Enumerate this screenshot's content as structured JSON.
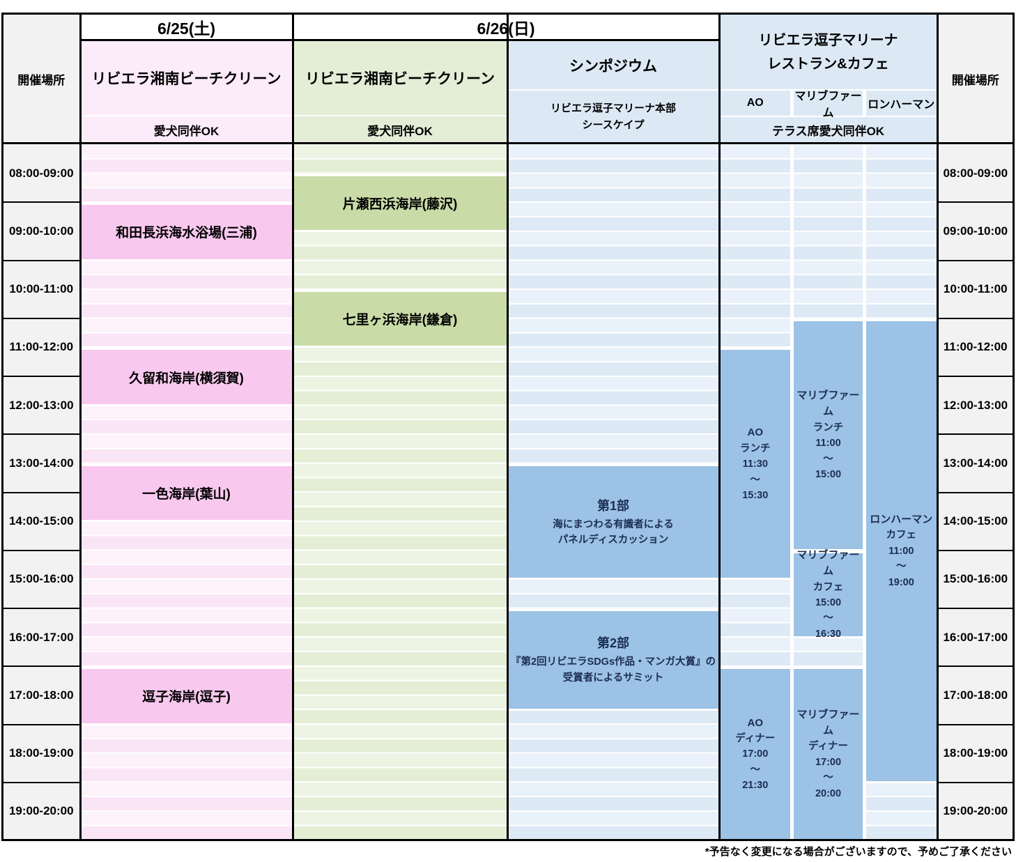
{
  "venue_header": "開催場所",
  "day_headers": [
    {
      "id": "sat",
      "label": "6/25(土)"
    },
    {
      "id": "sun",
      "label": "6/26(日)"
    }
  ],
  "time_slots": [
    "08:00-09:00",
    "09:00-10:00",
    "10:00-11:00",
    "11:00-12:00",
    "12:00-13:00",
    "13:00-14:00",
    "14:00-15:00",
    "15:00-16:00",
    "16:00-17:00",
    "17:00-18:00",
    "18:00-19:00",
    "19:00-20:00"
  ],
  "columns": {
    "sat_beach": {
      "title": "リビエラ湘南ビーチクリーン",
      "sub": "愛犬同伴OK",
      "events": [
        {
          "label": "和田長浜海水浴場(三浦)",
          "start": 9,
          "end": 10
        },
        {
          "label": "久留和海岸(横須賀)",
          "start": 11.5,
          "end": 12.5
        },
        {
          "label": "一色海岸(葉山)",
          "start": 13.5,
          "end": 14.5
        },
        {
          "label": "逗子海岸(逗子)",
          "start": 17,
          "end": 18
        }
      ]
    },
    "sun_beach": {
      "title": "リビエラ湘南ビーチクリーン",
      "sub": "愛犬同伴OK",
      "events": [
        {
          "label": "片瀬西浜海岸(藤沢)",
          "start": 8.5,
          "end": 9.5
        },
        {
          "label": "七里ヶ浜海岸(鎌倉)",
          "start": 10.5,
          "end": 11.5
        }
      ]
    },
    "symposium": {
      "title": "シンポジウム",
      "sub_lines": [
        "リビエラ逗子マリーナ本部",
        "シースケイプ"
      ],
      "events": [
        {
          "title": "第1部",
          "lines": [
            "海にまつわる有識者による",
            "パネルディスカッション"
          ],
          "start": 13.5,
          "end": 15.5
        },
        {
          "title": "第2部",
          "lines": [
            "『第2回リビエラSDGs作品・マンガ大賞』の",
            "受賞者によるサミット"
          ],
          "start": 16,
          "end": 17.75
        }
      ]
    },
    "restaurants": {
      "title_lines": [
        "リビエラ逗子マリーナ",
        "レストラン&カフェ"
      ],
      "terrace_note": "テラス席愛犬同伴OK",
      "venues": [
        {
          "name": "AO",
          "events": [
            {
              "lines": [
                "AO",
                "ランチ",
                "11:30",
                "〜",
                "15:30"
              ],
              "start": 11.5,
              "end": 15.5
            },
            {
              "lines": [
                "AO",
                "ディナー",
                "17:00",
                "〜",
                "21:30"
              ],
              "start": 17,
              "end": 20
            }
          ]
        },
        {
          "name": "マリブファーム",
          "events": [
            {
              "lines": [
                "マリブファーム",
                "ランチ",
                "11:00",
                "〜",
                "15:00"
              ],
              "start": 11,
              "end": 15
            },
            {
              "lines": [
                "マリブファーム",
                "カフェ",
                "15:00",
                "〜",
                "16:30"
              ],
              "start": 15,
              "end": 16.5
            },
            {
              "lines": [
                "マリブファーム",
                "ディナー",
                "17:00",
                "〜",
                "20:00"
              ],
              "start": 17,
              "end": 20
            }
          ]
        },
        {
          "name": "ロンハーマン",
          "events": [
            {
              "lines": [
                "ロンハーマン",
                "カフェ",
                "11:00",
                "〜",
                "19:00"
              ],
              "start": 11,
              "end": 19
            }
          ]
        }
      ]
    }
  },
  "footnote": "*予告なく変更になる場合がございますので、予めご了承ください",
  "colors": {
    "pink_block": "#f8c8ee",
    "green_block": "#c9dca8",
    "blue_block": "#9cc2e5",
    "pink_header_bg": "#fcecf9",
    "green_header_bg": "#e4edd6",
    "blue_header_bg": "#dce9f5",
    "time_column_bg": "#f2f2f2",
    "border": "#000000"
  }
}
